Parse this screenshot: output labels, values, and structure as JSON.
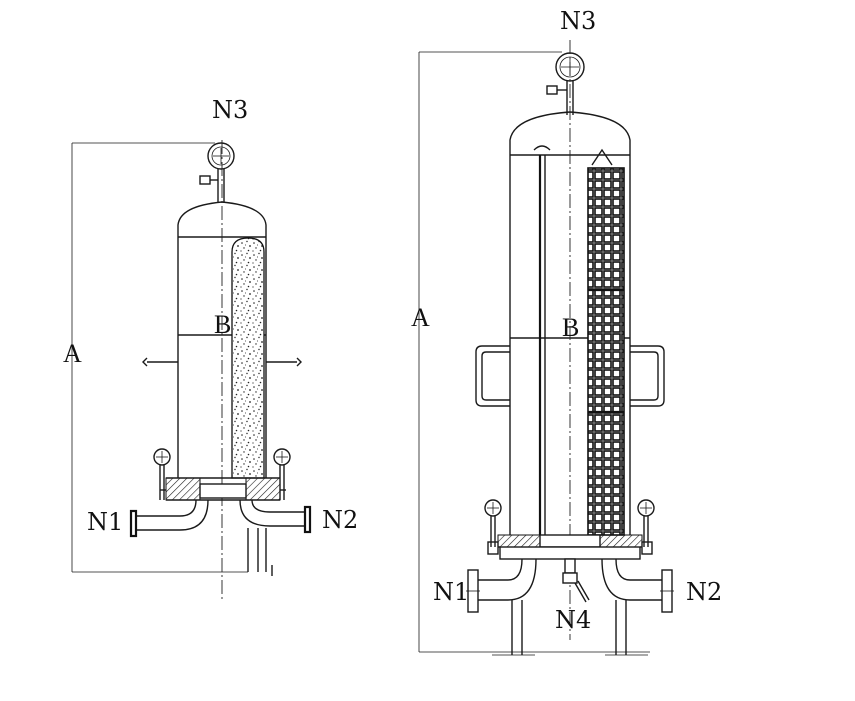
{
  "left_filter": {
    "labels": {
      "top_port": "N3",
      "inlet": "N1",
      "outlet": "N2",
      "height": "A",
      "diameter": "B"
    }
  },
  "right_filter": {
    "labels": {
      "top_port": "N3",
      "inlet": "N1",
      "outlet": "N2",
      "drain": "N4",
      "height": "A",
      "diameter": "B"
    }
  }
}
